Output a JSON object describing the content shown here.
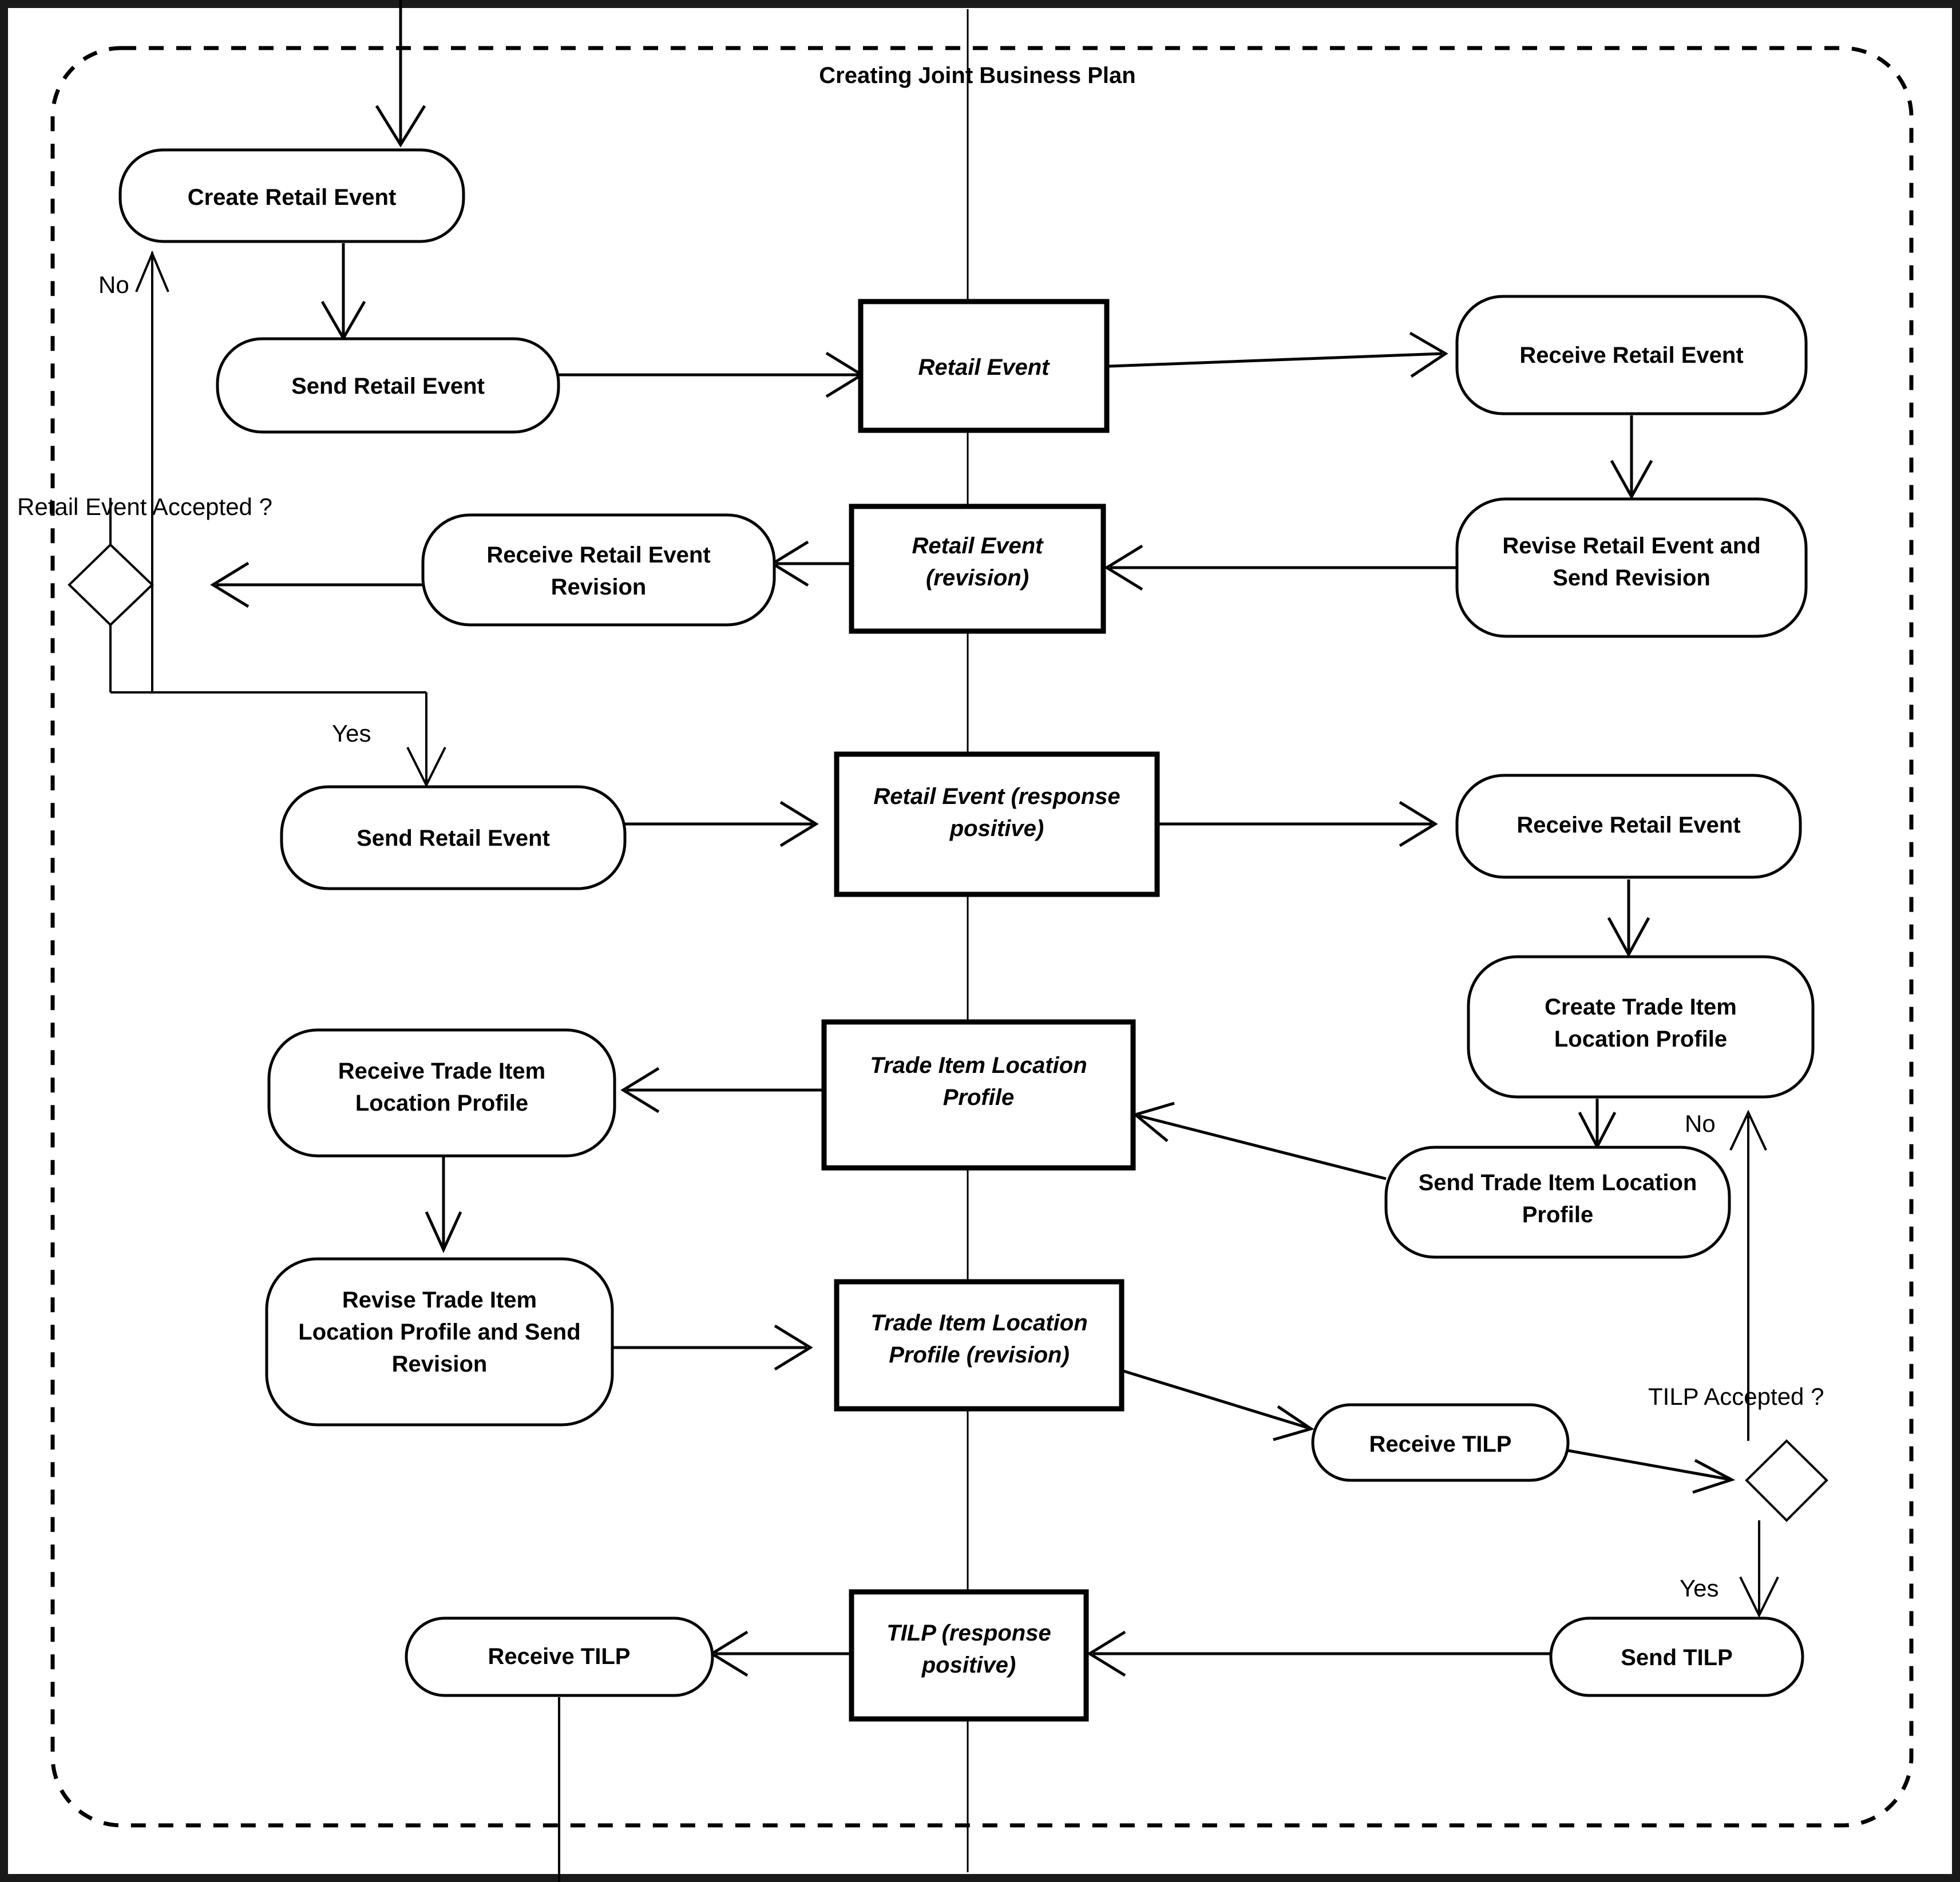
{
  "diagram": {
    "type": "uml-activity-diagram",
    "title": "Creating Joint Business Plan",
    "partition_label": "Creating Joint Business Plan",
    "colors": {
      "stroke": "#000000",
      "fill": "#ffffff",
      "frame": "#1a1a1a"
    },
    "activities": [
      {
        "id": "create-retail-event",
        "label": "Create Retail Event"
      },
      {
        "id": "send-retail-event-1",
        "label": "Send Retail Event"
      },
      {
        "id": "receive-retail-event-1",
        "label": "Receive Retail Event"
      },
      {
        "id": "revise-retail-event",
        "label_line1": "Revise Retail Event and",
        "label_line2": "Send Revision"
      },
      {
        "id": "receive-retail-event-revision",
        "label_line1": "Receive Retail Event",
        "label_line2": "Revision"
      },
      {
        "id": "send-retail-event-2",
        "label": "Send Retail Event"
      },
      {
        "id": "receive-retail-event-2",
        "label": "Receive Retail Event"
      },
      {
        "id": "create-tilp",
        "label_line1": "Create Trade Item",
        "label_line2": "Location Profile"
      },
      {
        "id": "send-tilp-1",
        "label_line1": "Send Trade Item Location",
        "label_line2": "Profile"
      },
      {
        "id": "receive-tilp-profile",
        "label_line1": "Receive Trade Item",
        "label_line2": "Location Profile"
      },
      {
        "id": "revise-tilp",
        "label_line1": "Revise Trade Item",
        "label_line2": "Location Profile and Send",
        "label_line3": "Revision"
      },
      {
        "id": "receive-tilp-1",
        "label": "Receive TILP"
      },
      {
        "id": "send-tilp-2",
        "label": "Send TILP"
      },
      {
        "id": "receive-tilp-2",
        "label": "Receive TILP"
      }
    ],
    "objects": [
      {
        "id": "obj-retail-event",
        "label": "Retail Event"
      },
      {
        "id": "obj-retail-event-revision",
        "label_line1": "Retail Event",
        "label_line2": "(revision)"
      },
      {
        "id": "obj-retail-event-response",
        "label_line1": "Retail Event (response",
        "label_line2": "positive)"
      },
      {
        "id": "obj-tilp",
        "label_line1": "Trade Item Location",
        "label_line2": "Profile"
      },
      {
        "id": "obj-tilp-revision",
        "label_line1": "Trade Item Location",
        "label_line2": "Profile (revision)"
      },
      {
        "id": "obj-tilp-response",
        "label_line1": "TILP (response",
        "label_line2": "positive)"
      }
    ],
    "decisions": [
      {
        "id": "decision-retail-event-accepted",
        "question": "Retail Event Accepted ?",
        "branch_no": "No",
        "branch_yes": "Yes"
      },
      {
        "id": "decision-tilp-accepted",
        "question": "TILP Accepted ?",
        "branch_no": "No",
        "branch_yes": "Yes"
      }
    ],
    "edge_labels": {
      "retail_no": "No",
      "retail_yes": "Yes",
      "tilp_no": "No",
      "tilp_yes": "Yes"
    }
  }
}
